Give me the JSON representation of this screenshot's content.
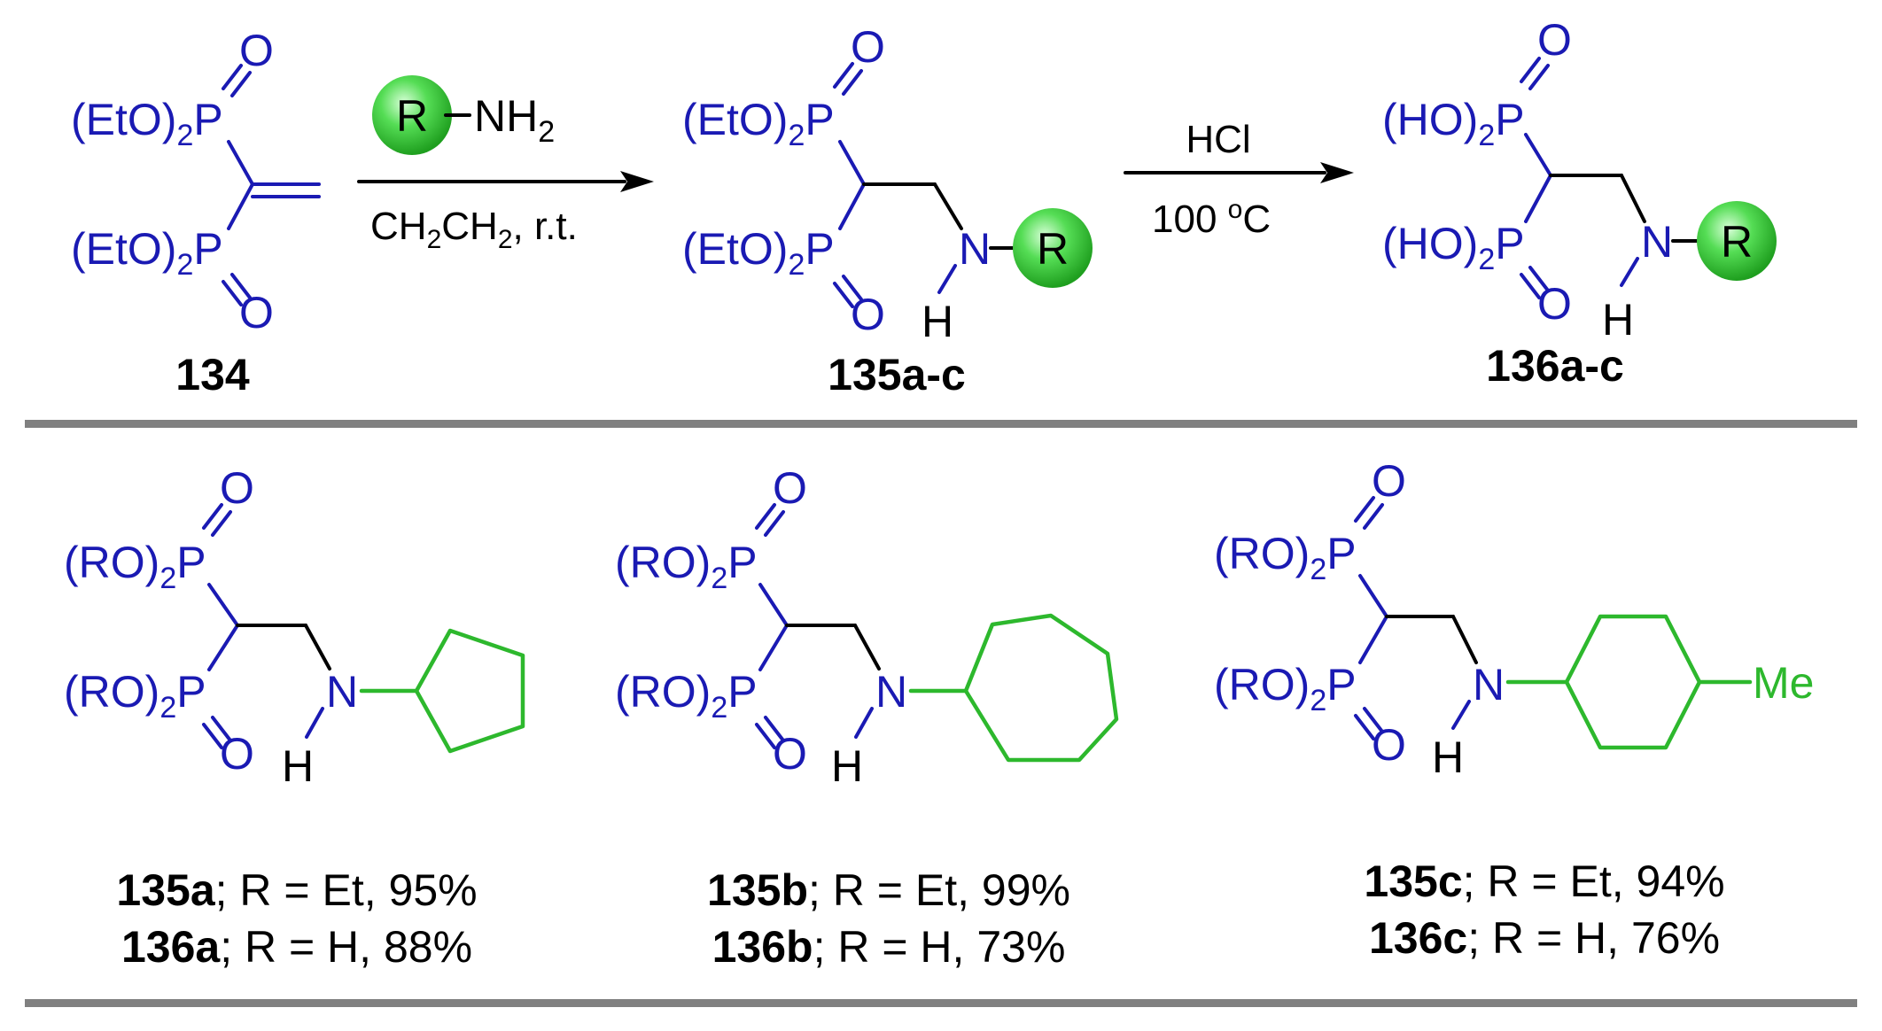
{
  "compounds": {
    "c134": "134",
    "c135": "135a-c",
    "c136": "136a-c"
  },
  "groups": {
    "etop": "(EtO)",
    "hop": "(HO)",
    "rop": "(RO)",
    "sub2": "2",
    "P": "P",
    "O": "O",
    "N": "N",
    "H": "H",
    "R": "R",
    "NH": "NH",
    "Me": "Me"
  },
  "conditions": {
    "step1_bottom_a": "CH",
    "step1_bottom_sub1": "2",
    "step1_bottom_b": "CH",
    "step1_bottom_sub2": "2",
    "step1_bottom_c": ", r.t.",
    "step2_top": "HCl",
    "step2_bottom_a": "100 ",
    "step2_bottom_sup": "o",
    "step2_bottom_b": "C"
  },
  "results": [
    {
      "c1": "135a",
      "t1": "; R = Et, 95%",
      "c2": "136a",
      "t2": "; R = H, 88%"
    },
    {
      "c1": "135b",
      "t1": "; R = Et, 99%",
      "c2": "136b",
      "t2": "; R = H, 73%"
    },
    {
      "c1": "135c",
      "t1": "; R = Et, 94%",
      "c2": "136c",
      "t2": "; R = H, 76%"
    }
  ],
  "colors": {
    "blue": "#1a1ab3",
    "green": "#2db82d",
    "divider": "#808080"
  }
}
